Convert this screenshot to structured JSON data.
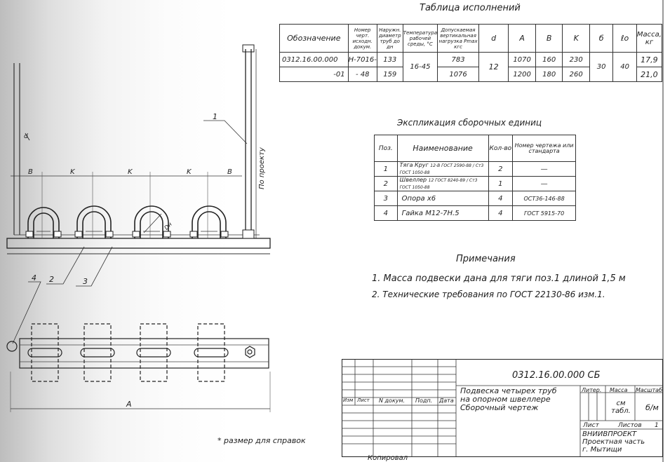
{
  "variants_table": {
    "title": "Таблица исполнений",
    "headers": [
      "Обозначение",
      "Номер черт. исходн. докум.",
      "Наружн. диаметр труб до дн",
      "Температура рабочей среды, °C",
      "Допускаемая вертикальная нагрузка Pmax кгс",
      "d",
      "A",
      "B",
      "K",
      "б",
      "ℓo",
      "Масса, кг"
    ],
    "rows": [
      {
        "designation": "0312.16.00.000",
        "doc": "Н-7016-",
        "dn": "133",
        "temp": "16-45",
        "load": "783",
        "d": "12",
        "A": "1070",
        "B": "160",
        "K": "230",
        "b": "30",
        "l0": "40",
        "mass": "17,9"
      },
      {
        "designation": "-01",
        "doc": "- 48",
        "dn": "159",
        "temp": "",
        "load": "1076",
        "d": "",
        "A": "1200",
        "B": "180",
        "K": "260",
        "b": "",
        "l0": "",
        "mass": "21,0"
      }
    ]
  },
  "spec_table": {
    "title": "Экспликация сборочных единиц",
    "headers": [
      "Поз.",
      "Наименование",
      "Кол-во",
      "Номер чертежа или стандарта"
    ],
    "rows": [
      {
        "pos": "1",
        "name": "Тяга Круг",
        "name_note": "12-B ГОСТ 2590-88 / Ст3 ГОСТ 1050-88",
        "qty": "2",
        "std": "—"
      },
      {
        "pos": "2",
        "name": "Швеллер",
        "name_note": "12 ГОСТ 8240-89 / Ст3 ГОСТ 1050-88",
        "qty": "1",
        "std": "—"
      },
      {
        "pos": "3",
        "name": "Опора х6",
        "name_note": "",
        "qty": "4",
        "std": "ОСТ36-146-88"
      },
      {
        "pos": "4",
        "name": "Гайка М12-7Н.5",
        "name_note": "",
        "qty": "4",
        "std": "ГОСТ 5915-70"
      }
    ]
  },
  "notes": {
    "title": "Примечания",
    "items": [
      "1. Масса подвески дана для тяги поз.1 длиной 1,5 м",
      "2. Технические требования по ГОСТ 22130-86 изм.1."
    ]
  },
  "drawing": {
    "dim_labels": [
      "B",
      "K",
      "K",
      "K",
      "B"
    ],
    "label_projection": "По проекту",
    "label_d": "d",
    "label_dn": "Dн",
    "label_a": "A",
    "callouts": [
      "1",
      "2",
      "3",
      "4"
    ],
    "footnote": "* размер для справок"
  },
  "title_block": {
    "doc_number": "0312.16.00.000 СБ",
    "name": "Подвеска четырех труб на опорном швеллере Сборочный чертеж",
    "name_lines": [
      "Подвеска четырех труб",
      "на опорном швеллере",
      "Сборочный чертеж"
    ],
    "col_headers": [
      "Изм",
      "Лист",
      "N докум.",
      "Подп.",
      "Дата"
    ],
    "litera_label": "Литер.",
    "mass_label": "Масса",
    "scale_label": "Масштаб",
    "mass_value": "см табл.",
    "scale_value": "б/м",
    "sheet_label": "Лист",
    "sheets_label": "Листов",
    "sheets_value": "1",
    "org_lines": [
      "ВНИИВПРОЕКТ",
      "Проектная часть",
      "г. Мытищи"
    ],
    "bottom_label": "Копировал"
  }
}
